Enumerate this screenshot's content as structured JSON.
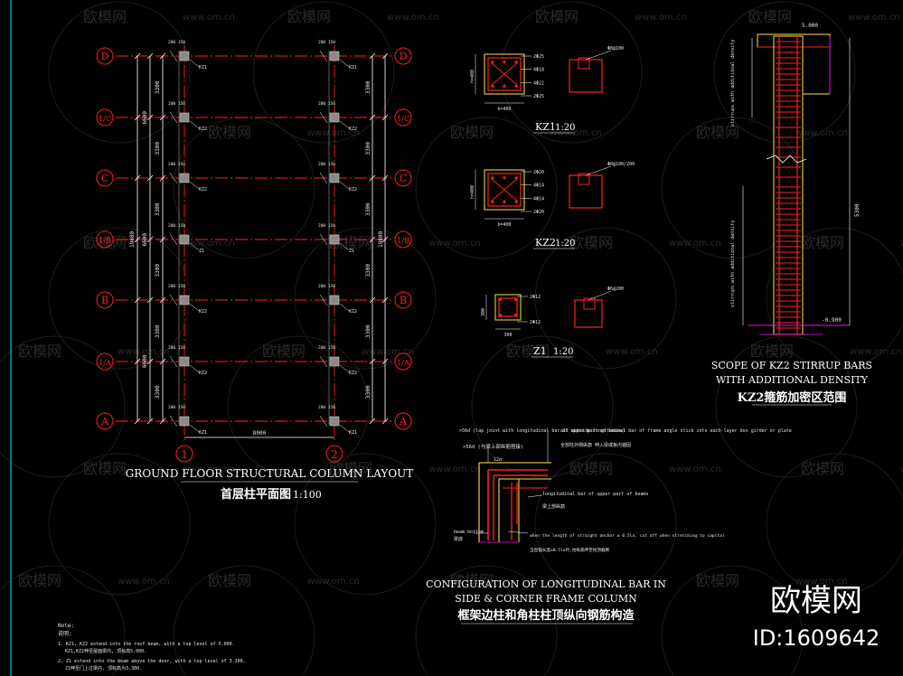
{
  "watermark": {
    "brand_cn": "欧模网",
    "url": "www.om.cn",
    "url_short": "om.cn",
    "brand_big": "欧模网",
    "id_label": "ID:1609642"
  },
  "plan": {
    "axis_rows": [
      "D",
      "1/C",
      "C",
      "1/B",
      "B",
      "1/A",
      "A"
    ],
    "axis_cols": [
      "1",
      "2"
    ],
    "left_dims_inner": [
      "3300",
      "3300",
      "3300",
      "3300",
      "3300",
      "3300"
    ],
    "left_dims_mid": [
      "6600",
      "6600",
      "6600"
    ],
    "left_dim_total": "19800",
    "right_dims_inner": [
      "3300",
      "3300",
      "3300",
      "3300",
      "3300",
      "3300"
    ],
    "right_dim_total": "19800",
    "bottom_dim": "8000",
    "col_tags": [
      "KZ1",
      "KZ2",
      "KZ2",
      "Z1",
      "KZ2",
      "KZ2",
      "KZ1"
    ],
    "col_size_label": "200 150",
    "title_en": "GROUND FLOOR STRUCTURAL COLUMN LAYOUT",
    "title_cn": "首层柱平面图",
    "scale": "1:100"
  },
  "sections": [
    {
      "name": "KZ1",
      "scale": "1:20",
      "dim_b": "b=400",
      "dim_h": "h=400",
      "notes": [
        "2Φ25",
        "4Φ18",
        "4Φ22",
        "2Φ25"
      ],
      "stirrup": "Φ8@100"
    },
    {
      "name": "KZ2",
      "scale": "1:20",
      "dim_b": "b=400",
      "dim_h": "h=400",
      "notes": [
        "2Φ20",
        "4Φ14",
        "4Φ14",
        "2Φ20"
      ],
      "stirrup": "Φ8@100/200"
    },
    {
      "name": "Z1",
      "scale": "1:20",
      "dim_b": "300",
      "dim_h": "300",
      "notes": [
        "2Φ12",
        "2Φ12"
      ],
      "stirrup": "Φ6@200"
    }
  ],
  "elevation": {
    "top_level": "5.000",
    "bottom_level": "-0.900",
    "height_dim": "5300",
    "side_note_top": "stirrups with additional density",
    "side_note_bottom": "stirrups with additional density",
    "title_en_1": "SCOPE OF KZ2 STIRRUP BARS",
    "title_en_2": "WITH ADDITIONAL DENSITY",
    "title_cn": "KZ2箍筋加密区范围"
  },
  "detail": {
    "note_a": ">56d (lap joint with longitudinal bar of upper part of beams)",
    "note_b": ">56d (与梁上部纵筋搭接)",
    "note_c": "all outside longitudinal bar of frame angle stick into each-layer box girder or plate",
    "note_c_cn": "全部柱外侧纵筋 伸入梁或板内锚固",
    "note_d": "longitudinal bar of upper part of beams",
    "note_d_cn": "梁上部纵筋",
    "note_e": "beam bottom",
    "note_e_cn": "梁底",
    "note_f": "when the length of straight anchor ≥ 0.5la, cut off when stretching to capital",
    "note_f_cn": "当直锚长度≥0.5la时,柱纵筋伸至柱顶截断",
    "dim": "12d",
    "title_en_1": "CONFIGURATION OF LONGITUDINAL BAR IN",
    "title_en_2": "SIDE & CORNER FRAME COLUMN",
    "title_cn": "框架边柱和角柱柱顶纵向钢筋构造"
  },
  "notes": {
    "heading": "Note:",
    "heading_cn": "说明:",
    "line1": "1. KZ1, KZ2 extend into the roof beam, with a top level of 5.000.",
    "line1_cn": "KZ1,KZ2伸至屋面梁内, 顶标高5.000.",
    "line2": "2. Z1 extend into the beam above the door, with a top level of 3.300.",
    "line2_cn": "Z1伸至门上过梁内, 顶标高为3.300."
  }
}
